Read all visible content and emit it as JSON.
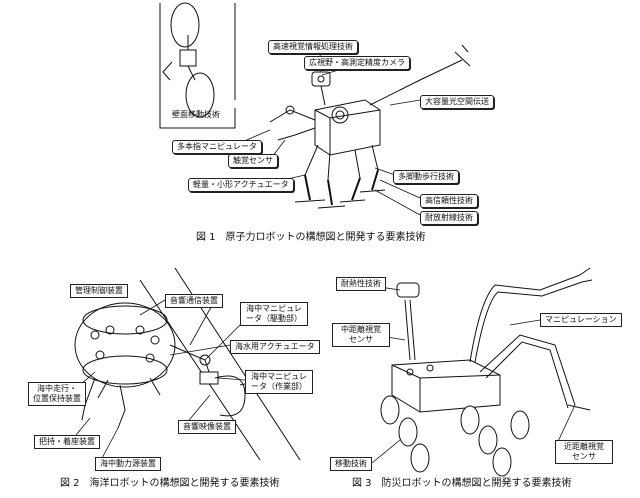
{
  "figure1": {
    "caption": "図 1　原子力ロボットの構想図と開発する要素技術",
    "labels": {
      "wall": "壁面移動技術",
      "hvision": "高速視覚情報処理技術",
      "camera": "広視野・高測定精度カメラ",
      "comm": "大容量光空間伝送",
      "multi": "多本指マニピュレータ",
      "tactile": "触覚センサ",
      "actuator": "軽量・小形アクチュエータ",
      "walking": "多脚動歩行技術",
      "reliable": "高信頼性技術",
      "radiation": "耐放射線技術"
    }
  },
  "figure2": {
    "caption": "図 2　海洋ロボットの構想図と開発する要素技術",
    "labels": {
      "control": "管理制御装置",
      "sonar": "音響通信装置",
      "manip_l1": "海中マニピュレ",
      "manip_l2": "ータ（駆動部）",
      "actuator": "海水用アクチュエータ",
      "manip2_l1": "海中マニピュレ",
      "manip2_l2": "ータ（作業部）",
      "travel_l1": "海中走行・",
      "travel_l2": "位置保持装置",
      "imaging": "音響映像装置",
      "gripper": "把持・着座装置",
      "power": "海中動力源装置"
    }
  },
  "figure3": {
    "caption": "図 3　防災ロボットの構想図と開発する要素技術",
    "labels": {
      "heat": "耐熱性技術",
      "mid_l1": "中距離視覚",
      "mid_l2": "センサ",
      "manip": "マニピュレーション",
      "near_l1": "近距離視覚",
      "near_l2": "センサ",
      "move": "移動技術"
    }
  }
}
